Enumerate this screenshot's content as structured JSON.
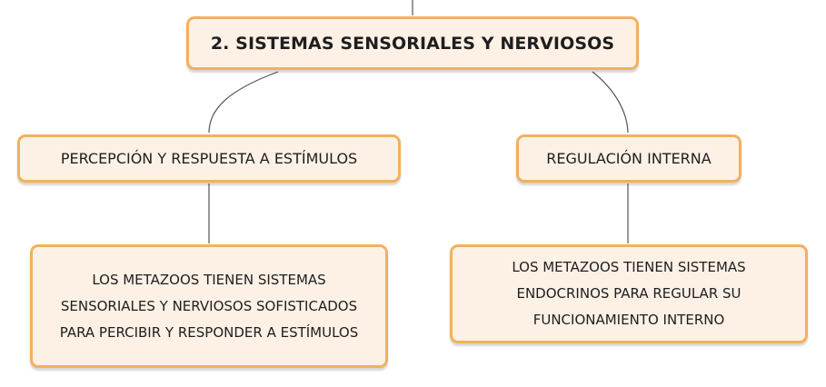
{
  "root": {
    "label": "2. SISTEMAS SENSORIALES Y NERVIOSOS"
  },
  "branches": [
    {
      "label": "PERCEPCIÓN Y RESPUESTA A ESTÍMULOS",
      "detail": "LOS METAZOOS TIENEN SISTEMAS SENSORIALES Y NERVIOSOS SOFISTICADOS PARA PERCIBIR Y RESPONDER A ESTÍMULOS"
    },
    {
      "label": "REGULACIÓN INTERNA",
      "detail": "LOS METAZOOS TIENEN SISTEMAS ENDOCRINOS PARA REGULAR SU FUNCIONAMIENTO INTERNO"
    }
  ],
  "colors": {
    "node_fill": "#fdf1e6",
    "node_border": "#f2b15e",
    "connector": "#555555",
    "text": "#1e1e1e"
  }
}
